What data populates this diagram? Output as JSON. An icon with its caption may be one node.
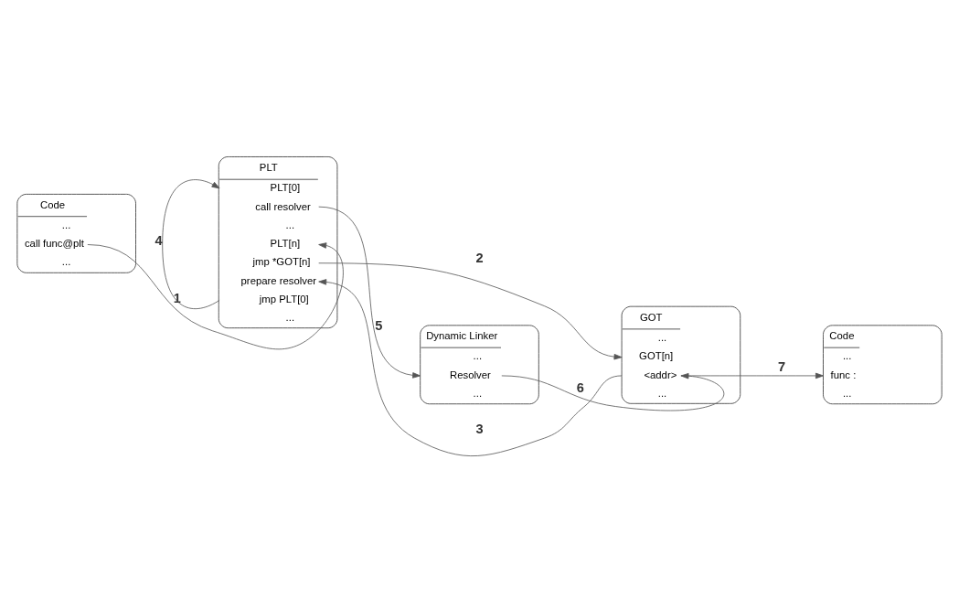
{
  "diagram": {
    "nodes": [
      {
        "text": [
          "Code",
          "...",
          "call func@plt",
          "..."
        ]
      },
      {
        "text": [
          "Dynamic Linker",
          "...",
          "Resolver",
          "..."
        ]
      },
      {
        "text": [
          "PLT",
          "PLT[0]",
          "call resolver",
          "...",
          "PLT[n]",
          "jmp *GOT[n]",
          "prepare resolver",
          "jmp PLT[0]",
          "..."
        ]
      },
      {
        "text": [
          "GOT",
          "...",
          "GOT[n]",
          "<addr>",
          "..."
        ]
      },
      {
        "text": [
          "Code",
          "...",
          "func :",
          "..."
        ]
      }
    ],
    "edges": [
      {
        "from": 0,
        "to": 2,
        "arrow": "to",
        "label": "1"
      },
      {
        "from": 2,
        "to": 3,
        "arrow": "to",
        "label": "2"
      },
      {
        "from": 3,
        "to": 2,
        "arrow": "to",
        "label": "3"
      },
      {
        "from": 2,
        "to": 2,
        "arrow": "to",
        "label": "4"
      },
      {
        "from": 2,
        "to": 1,
        "arrow": "to",
        "label": "5"
      },
      {
        "from": 1,
        "to": 3,
        "arrow": "to",
        "label": "6"
      },
      {
        "from": 3,
        "to": 4,
        "arrow": "to",
        "label": "7"
      }
    ]
  }
}
